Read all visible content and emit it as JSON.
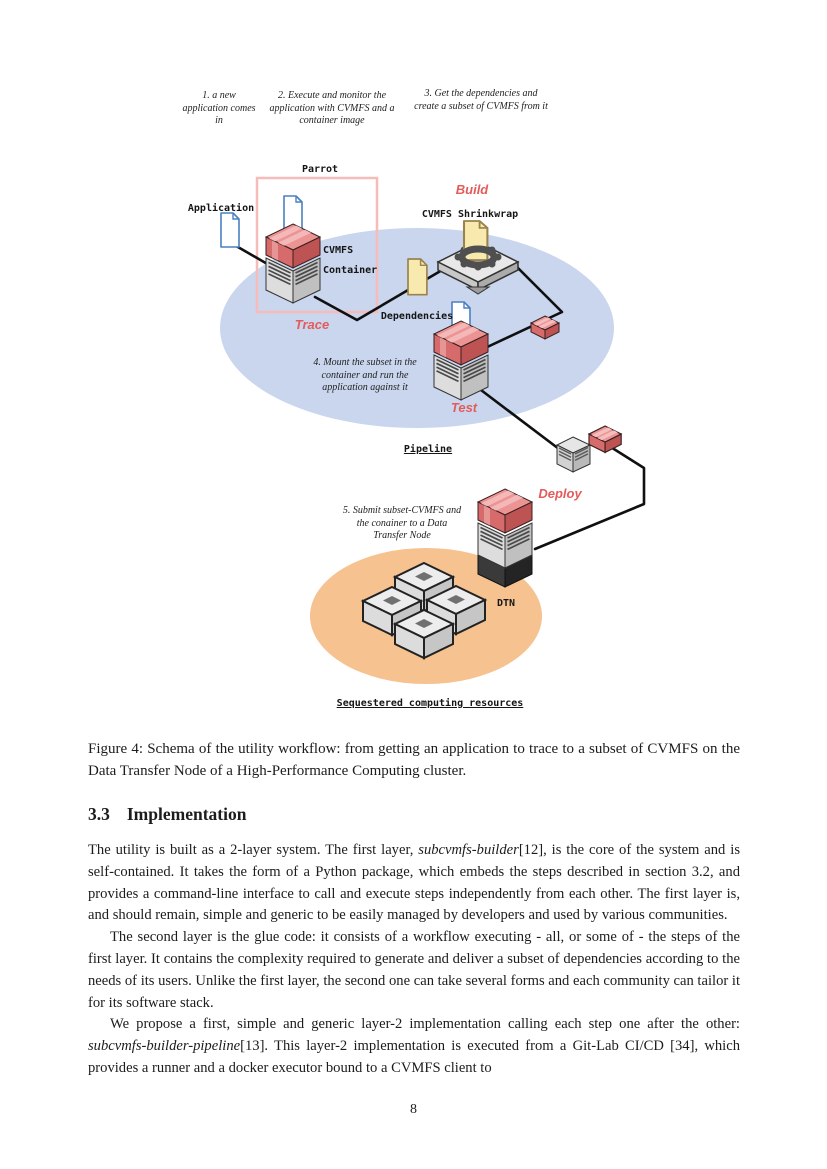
{
  "figure": {
    "steps": {
      "s1": "1. a new\napplication comes\nin",
      "s2": "2. Execute and monitor the\napplication with CVMFS and a\ncontainer image",
      "s3": "3. Get the dependencies and\ncreate a subset of CVMFS from it",
      "s4": "4. Mount the subset in the\ncontainer and run the\napplication against it",
      "s5": "5. Submit subset-CVMFS and\nthe conainer to a Data\nTransfer Node"
    },
    "labels": {
      "parrot": "Parrot",
      "application": "Application",
      "cvmfs": "CVMFS",
      "container": "Container",
      "build": "Build",
      "shrinkwrap": "CVMFS Shrinkwrap",
      "trace": "Trace",
      "dependencies": "Dependencies",
      "test": "Test",
      "pipeline": "Pipeline",
      "deploy": "Deploy",
      "dtn": "DTN",
      "sequestered": "Sequestered computing resources"
    },
    "colors": {
      "stage_label": "#e25c5a",
      "trace_zone": "#c9d6ee",
      "compute_zone": "#f6c28f",
      "parrot_border": "#f5bcba",
      "package_red": "#d76a6a",
      "doc_blue_outline": "#4a80c0",
      "doc_yellow_fill": "#f8e9ae",
      "connector": "#101010"
    }
  },
  "caption": "Figure 4: Schema of the utility workflow: from getting an application to trace to a subset of CVMFS on the Data Transfer Node of a High-Performance Computing cluster.",
  "section": {
    "number": "3.3",
    "title": "Implementation"
  },
  "body": {
    "paragraphs": [
      {
        "segments": [
          {
            "text": "The utility is built as a 2-layer system. The first layer, ",
            "italic": false
          },
          {
            "text": "subcvmfs-builder",
            "italic": true
          },
          {
            "text": "[12], is the core of the system and is self-contained. It takes the form of a Python package, which embeds the steps described in section 3.2, and provides a command-line interface to call and execute steps independently from each other. The first layer is, and should remain, simple and generic to be easily managed by developers and used by various communities.",
            "italic": false
          }
        ]
      },
      {
        "segments": [
          {
            "text": "The second layer is the glue code: it consists of a workflow executing - all, or some of - the steps of the first layer. It contains the complexity required to generate and deliver a subset of dependencies according to the needs of its users. Unlike the first layer, the second one can take several forms and each community can tailor it for its software stack.",
            "italic": false
          }
        ]
      },
      {
        "segments": [
          {
            "text": "We propose a first, simple and generic layer-2 implementation calling each step one after the other: ",
            "italic": false
          },
          {
            "text": "subcvmfs-builder-pipeline",
            "italic": true
          },
          {
            "text": "[13]. This layer-2 implementation is executed from a Git-Lab CI/CD [34], which provides a runner and a docker executor bound to a CVMFS client to",
            "italic": false
          }
        ]
      }
    ]
  },
  "page_number": "8"
}
